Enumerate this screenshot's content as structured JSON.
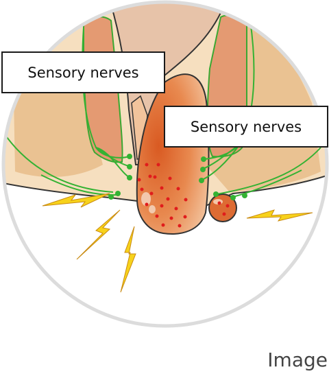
{
  "labels": {
    "top_left": "Sensory nerves",
    "middle_right": "Sensory nerves"
  },
  "caption": "Image",
  "colors": {
    "circle_border": "#dcdcdc",
    "skin": "#f6dfbf",
    "tissue": "#e9c08f",
    "muscle": "#e49a72",
    "hemorrhoid": "#dd6b33",
    "nerve": "#34b233",
    "lightning": "#f7d21b",
    "dots": "#e01c1c"
  },
  "icons": [
    "lightning-bolt-icon"
  ]
}
